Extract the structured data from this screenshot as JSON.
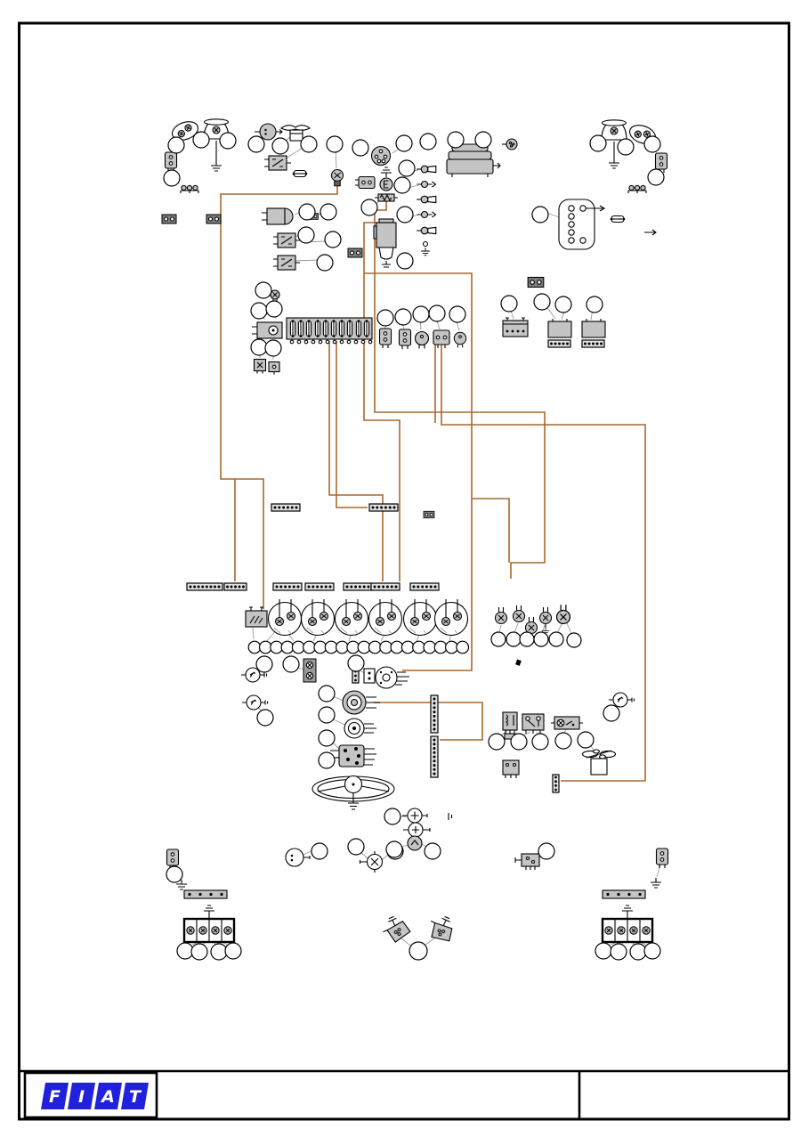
{
  "document": {
    "kind": "vehicle wiring diagram page",
    "brand": "FIAT",
    "text_labels": "none (diagram uses unlabeled callout circles)"
  },
  "colors": {
    "page_background": "#ffffff",
    "frame": "#000000",
    "wire": "#a9682e",
    "component_fill": "#c4c4c4",
    "leader_line": "#9a9a9a",
    "logo_blue": "#2121dd",
    "logo_text": "#ffffff"
  },
  "footer": {
    "logo_letters": [
      "F",
      "I",
      "A",
      "T"
    ],
    "cells": {
      "logo_cell": "",
      "middle_cell": "",
      "right_cell": ""
    }
  },
  "diagram": {
    "callout_style": "empty numbered-circle placeholders (blank)",
    "wire_style": "orthogonal brown harness runs",
    "components": [
      "headlamp",
      "front-side-lamp",
      "front-connector",
      "ground",
      "horn",
      "windshield-wiper",
      "relay",
      "parking-bulb",
      "fuse",
      "distributor",
      "ignition-coil",
      "ballast-resistor",
      "starter-motor",
      "spark-plug",
      "air-cleaner",
      "junction-box",
      "washer-pump",
      "battery",
      "connector-strip",
      "fuse-box",
      "wiper-motor",
      "inline-connector",
      "voltage-regulator",
      "instrument-gauge",
      "warning-lamp",
      "ignition-switch",
      "light-switch",
      "wiper-switch",
      "steering-column-switch",
      "steering-wheel",
      "column-connector",
      "relay-box",
      "flasher-unit",
      "heater-fan",
      "cigar-lighter",
      "brake-light-switch",
      "horn-button",
      "turn-signal-flasher",
      "rear-lamp-cluster",
      "license-plate-lamp"
    ]
  }
}
